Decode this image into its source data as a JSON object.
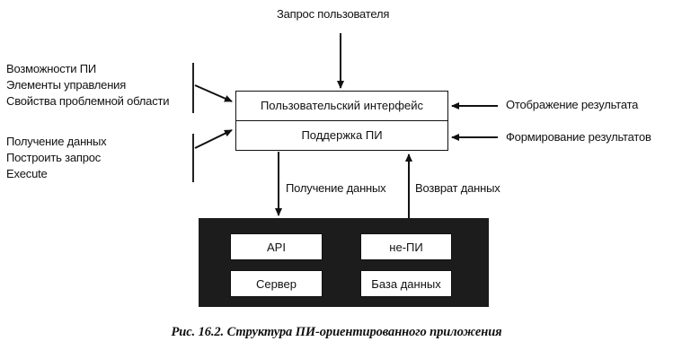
{
  "top_input": "Запрос пользователя",
  "left_group_1": [
    "Возможности ПИ",
    "Элементы управления",
    "Свойства проблемной области"
  ],
  "left_group_2": [
    "Получение данных",
    "Построить запрос",
    "Execute"
  ],
  "right_labels": {
    "r1": "Отображение результата",
    "r2": "Формирование результатов"
  },
  "ui_block": {
    "top": "Пользовательский интерфейс",
    "bottom": "Поддержка ПИ"
  },
  "arrow_labels": {
    "down": "Получение данных",
    "up": "Возврат данных"
  },
  "server_boxes": {
    "api": "API",
    "non_ui": "не-ПИ",
    "server": "Сервер",
    "db": "База данных"
  },
  "caption": "Рис. 16.2. Структура ПИ-ориентированного приложения"
}
